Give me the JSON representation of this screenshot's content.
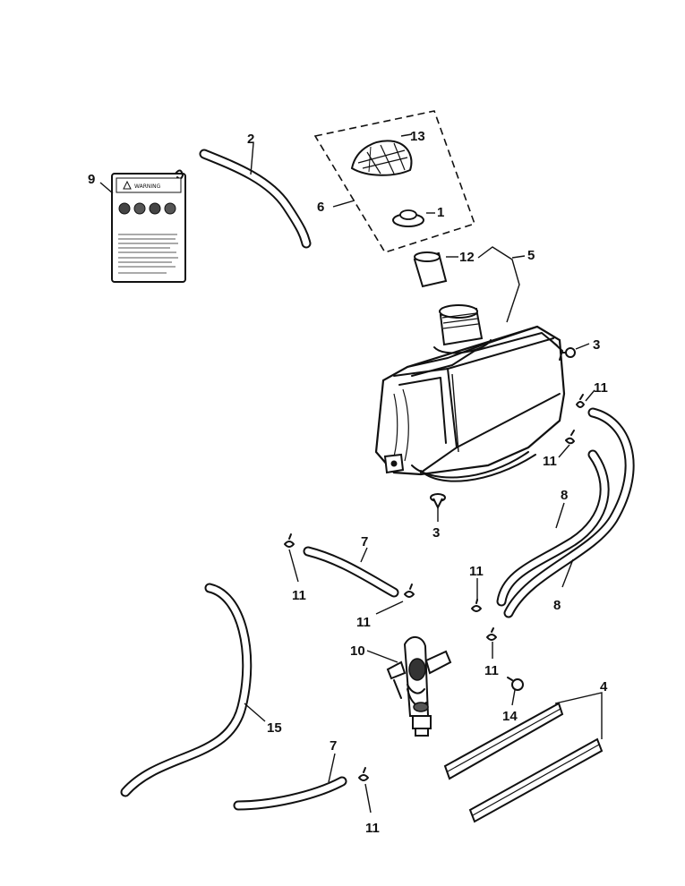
{
  "callouts": {
    "c1": "1",
    "c2": "2",
    "c3a": "3",
    "c3b": "3",
    "c4": "4",
    "c5": "5",
    "c6": "6",
    "c7a": "7",
    "c7b": "7",
    "c8a": "8",
    "c8b": "8",
    "c9": "9",
    "c10": "10",
    "c11a": "11",
    "c11b": "11",
    "c11c": "11",
    "c11d": "11",
    "c11e": "11",
    "c11f": "11",
    "c11g": "11",
    "c12": "12",
    "c13": "13",
    "c14": "14",
    "c15": "15"
  },
  "warning_label": {
    "heading": "WARNING"
  }
}
